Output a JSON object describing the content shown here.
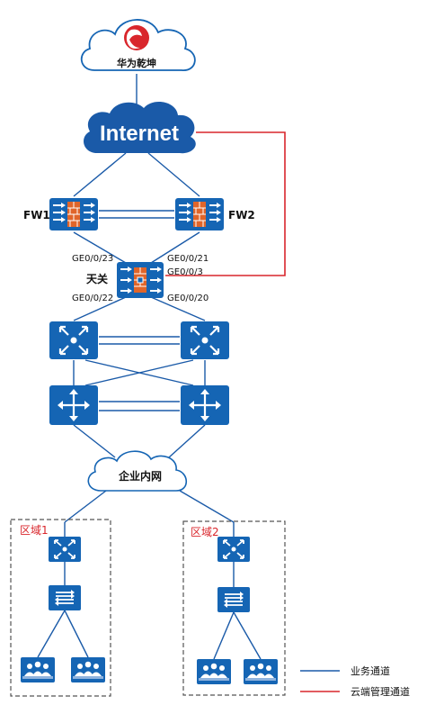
{
  "cloud": {
    "brand_label": "华为乾坤",
    "internet_label": "Internet",
    "intranet_label": "企业内网"
  },
  "devices": {
    "fw1_label": "FW1",
    "fw2_label": "FW2",
    "gateway_label": "天关"
  },
  "ports": {
    "ge_0_0_23": "GE0/0/23",
    "ge_0_0_21": "GE0/0/21",
    "ge_0_0_3": "GE0/0/3",
    "ge_0_0_22": "GE0/0/22",
    "ge_0_0_20": "GE0/0/20"
  },
  "zones": {
    "zone1_label": "区域1",
    "zone2_label": "区域2"
  },
  "legend": {
    "business_channel": "业务通道",
    "cloud_mgmt_channel": "云端管理通道"
  },
  "colors": {
    "device_blue": "#1565b4",
    "link_blue": "#1a5aa8",
    "mgmt_red": "#d9262c",
    "firewall_brick": "#e0652a",
    "internet_cloud": "#1a5aa8",
    "zone_label_red": "#d9262c"
  },
  "icons": {
    "logo": "huawei-qiankun-logo",
    "firewall": "firewall-icon",
    "core_switch": "core-switch-icon",
    "router": "router-icon",
    "access_switch": "access-switch-icon",
    "users": "user-group-icon"
  }
}
